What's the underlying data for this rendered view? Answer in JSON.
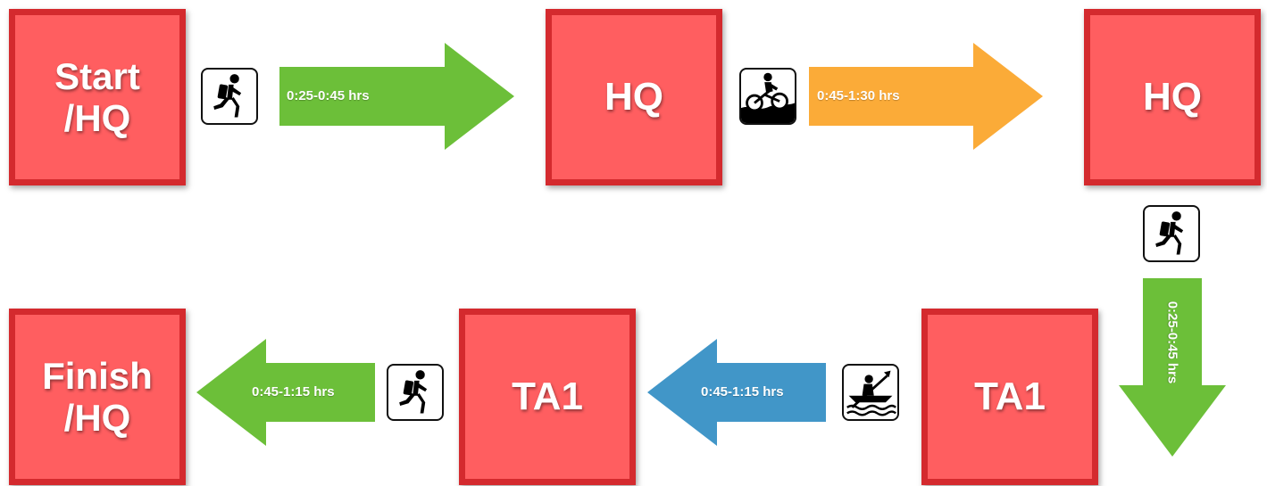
{
  "colors": {
    "node_fill": "#ff5e60",
    "node_border": "#d42a2e",
    "run_arrow": "#6cbf39",
    "bike_arrow": "#fbab38",
    "kayak_arrow": "#4196c8"
  },
  "nodes": [
    {
      "id": "start",
      "label": "Start\n/HQ"
    },
    {
      "id": "hq1",
      "label": "HQ"
    },
    {
      "id": "hq2",
      "label": "HQ"
    },
    {
      "id": "ta1_right",
      "label": "TA1"
    },
    {
      "id": "ta1_left",
      "label": "TA1"
    },
    {
      "id": "finish",
      "label": "Finish\n/HQ"
    }
  ],
  "legs": [
    {
      "id": "leg1",
      "from": "Start /HQ",
      "to": "HQ",
      "activity": "running",
      "icon": "runner-icon",
      "duration": "0:25-0:45 hrs",
      "direction": "right",
      "color": "#6cbf39"
    },
    {
      "id": "leg2",
      "from": "HQ",
      "to": "HQ",
      "activity": "mountain biking",
      "icon": "mountain-bike-icon",
      "duration": "0:45-1:30 hrs",
      "direction": "right",
      "color": "#fbab38"
    },
    {
      "id": "leg3",
      "from": "HQ",
      "to": "TA1",
      "activity": "running",
      "icon": "runner-icon",
      "duration": "0:25-0:45 hrs",
      "direction": "down",
      "color": "#6cbf39"
    },
    {
      "id": "leg4",
      "from": "TA1",
      "to": "TA1",
      "activity": "kayaking",
      "icon": "kayak-icon",
      "duration": "0:45-1:15 hrs",
      "direction": "left",
      "color": "#4196c8"
    },
    {
      "id": "leg5",
      "from": "TA1",
      "to": "Finish /HQ",
      "activity": "running",
      "icon": "runner-icon",
      "duration": "0:45-1:15 hrs",
      "direction": "left",
      "color": "#6cbf39"
    }
  ]
}
